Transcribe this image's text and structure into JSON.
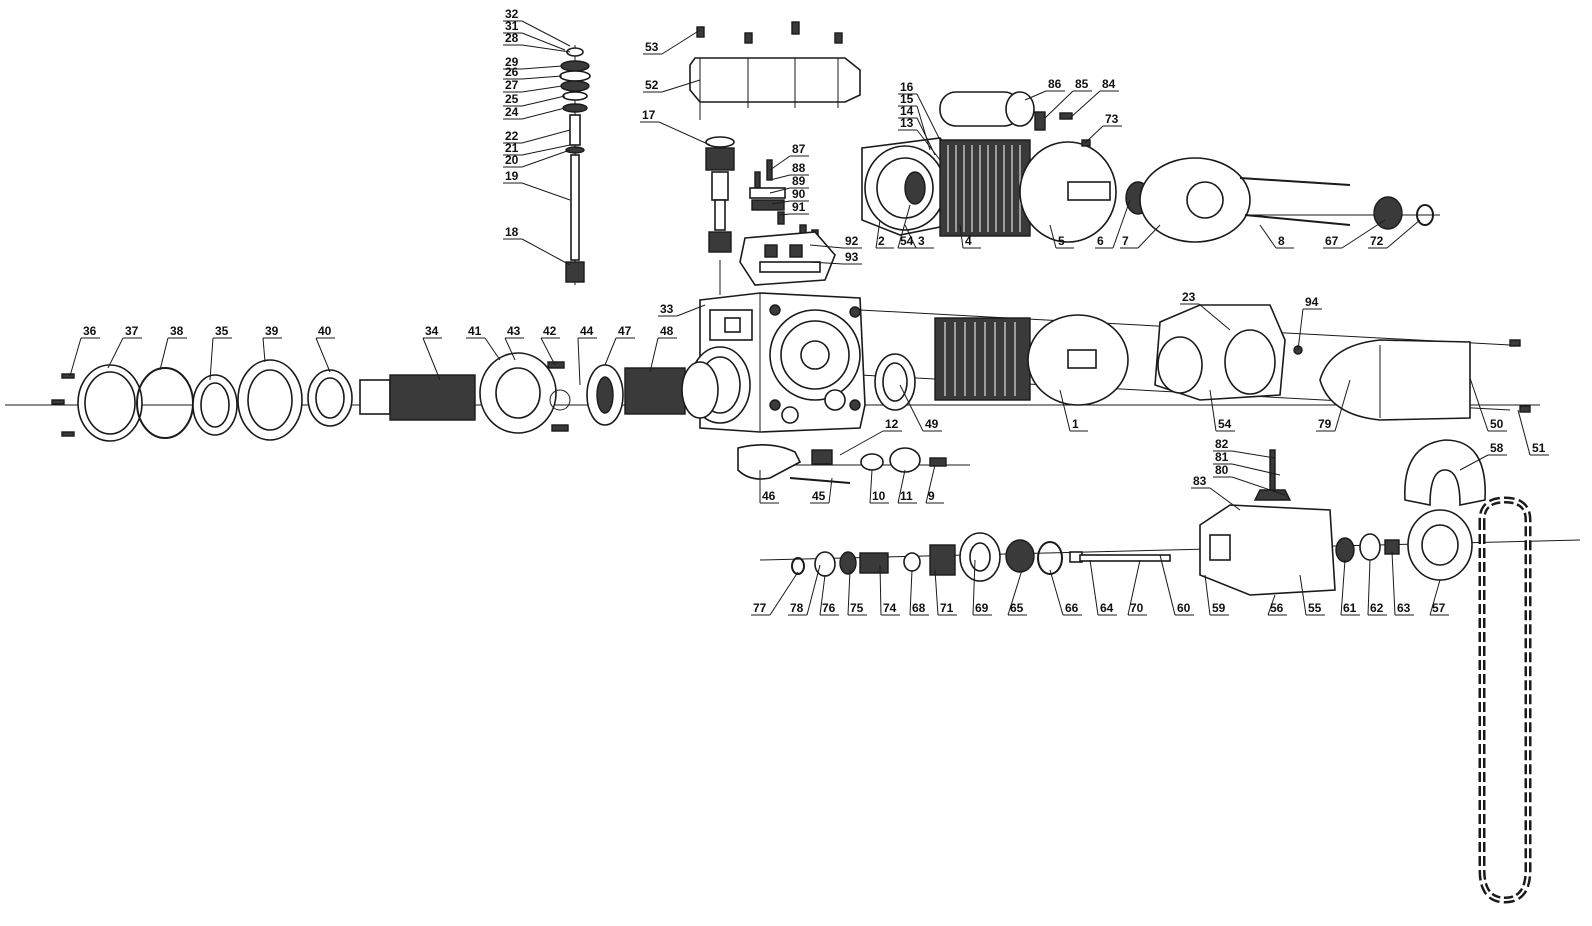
{
  "diagram": {
    "title": "",
    "parts": [
      {
        "num": "1"
      },
      {
        "num": "2"
      },
      {
        "num": "3"
      },
      {
        "num": "4"
      },
      {
        "num": "5"
      },
      {
        "num": "6"
      },
      {
        "num": "7"
      },
      {
        "num": "8"
      },
      {
        "num": "9"
      },
      {
        "num": "10"
      },
      {
        "num": "11"
      },
      {
        "num": "12"
      },
      {
        "num": "13"
      },
      {
        "num": "14"
      },
      {
        "num": "15"
      },
      {
        "num": "16"
      },
      {
        "num": "17"
      },
      {
        "num": "18"
      },
      {
        "num": "19"
      },
      {
        "num": "20"
      },
      {
        "num": "21"
      },
      {
        "num": "22"
      },
      {
        "num": "23"
      },
      {
        "num": "24"
      },
      {
        "num": "25"
      },
      {
        "num": "26"
      },
      {
        "num": "27"
      },
      {
        "num": "28"
      },
      {
        "num": "29"
      },
      {
        "num": "31"
      },
      {
        "num": "32"
      },
      {
        "num": "33"
      },
      {
        "num": "34"
      },
      {
        "num": "35"
      },
      {
        "num": "36"
      },
      {
        "num": "37"
      },
      {
        "num": "38"
      },
      {
        "num": "39"
      },
      {
        "num": "40"
      },
      {
        "num": "41"
      },
      {
        "num": "42"
      },
      {
        "num": "43"
      },
      {
        "num": "44"
      },
      {
        "num": "45"
      },
      {
        "num": "46"
      },
      {
        "num": "47"
      },
      {
        "num": "48"
      },
      {
        "num": "49"
      },
      {
        "num": "50"
      },
      {
        "num": "51"
      },
      {
        "num": "52"
      },
      {
        "num": "53"
      },
      {
        "num": "54"
      },
      {
        "num": "54"
      },
      {
        "num": "55"
      },
      {
        "num": "56"
      },
      {
        "num": "57"
      },
      {
        "num": "58"
      },
      {
        "num": "59"
      },
      {
        "num": "60"
      },
      {
        "num": "61"
      },
      {
        "num": "62"
      },
      {
        "num": "63"
      },
      {
        "num": "64"
      },
      {
        "num": "65"
      },
      {
        "num": "66"
      },
      {
        "num": "67"
      },
      {
        "num": "68"
      },
      {
        "num": "69"
      },
      {
        "num": "70"
      },
      {
        "num": "71"
      },
      {
        "num": "72"
      },
      {
        "num": "73"
      },
      {
        "num": "74"
      },
      {
        "num": "75"
      },
      {
        "num": "76"
      },
      {
        "num": "77"
      },
      {
        "num": "78"
      },
      {
        "num": "79"
      },
      {
        "num": "80"
      },
      {
        "num": "81"
      },
      {
        "num": "82"
      },
      {
        "num": "83"
      },
      {
        "num": "84"
      },
      {
        "num": "85"
      },
      {
        "num": "86"
      },
      {
        "num": "87"
      },
      {
        "num": "88"
      },
      {
        "num": "89"
      },
      {
        "num": "90"
      },
      {
        "num": "91"
      },
      {
        "num": "92"
      },
      {
        "num": "93"
      },
      {
        "num": "94"
      }
    ]
  }
}
